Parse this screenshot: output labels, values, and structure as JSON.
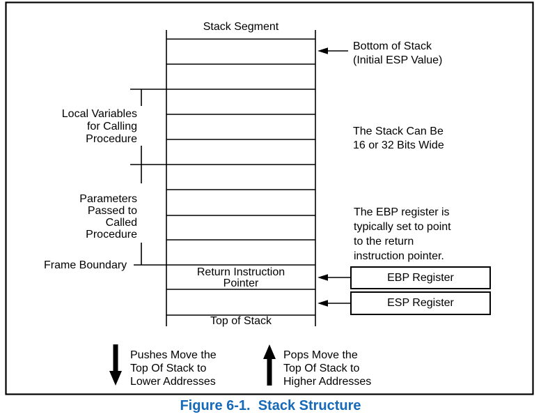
{
  "figure": {
    "caption": "Figure 6-1.  Stack Structure",
    "caption_color": "#1569b9",
    "line_color": "#000000",
    "background_color": "#ffffff"
  },
  "diagram": {
    "stack_title": "Stack Segment",
    "top_of_stack_label": "Top of Stack",
    "cells": {
      "return_instruction_pointer": "Return Instruction\nPointer"
    },
    "left_labels": {
      "local_variables": "Local Variables\nfor Calling\nProcedure",
      "parameters": "Parameters\nPassed to\nCalled\nProcedure",
      "frame_boundary": "Frame Boundary"
    },
    "right_notes": {
      "bottom_of_stack": "Bottom of Stack\n(Initial ESP Value)",
      "stack_width": "The Stack Can Be\n16 or 32 Bits Wide",
      "ebp_note": "The EBP register is\ntypically set to point\nto the return\ninstruction pointer."
    },
    "registers": {
      "ebp": "EBP Register",
      "esp": "ESP Register"
    },
    "push_pop": {
      "pushes": "Pushes Move the\nTop Of Stack to\nLower Addresses",
      "pops": "Pops Move the\nTop Of Stack to\nHigher Addresses"
    }
  }
}
